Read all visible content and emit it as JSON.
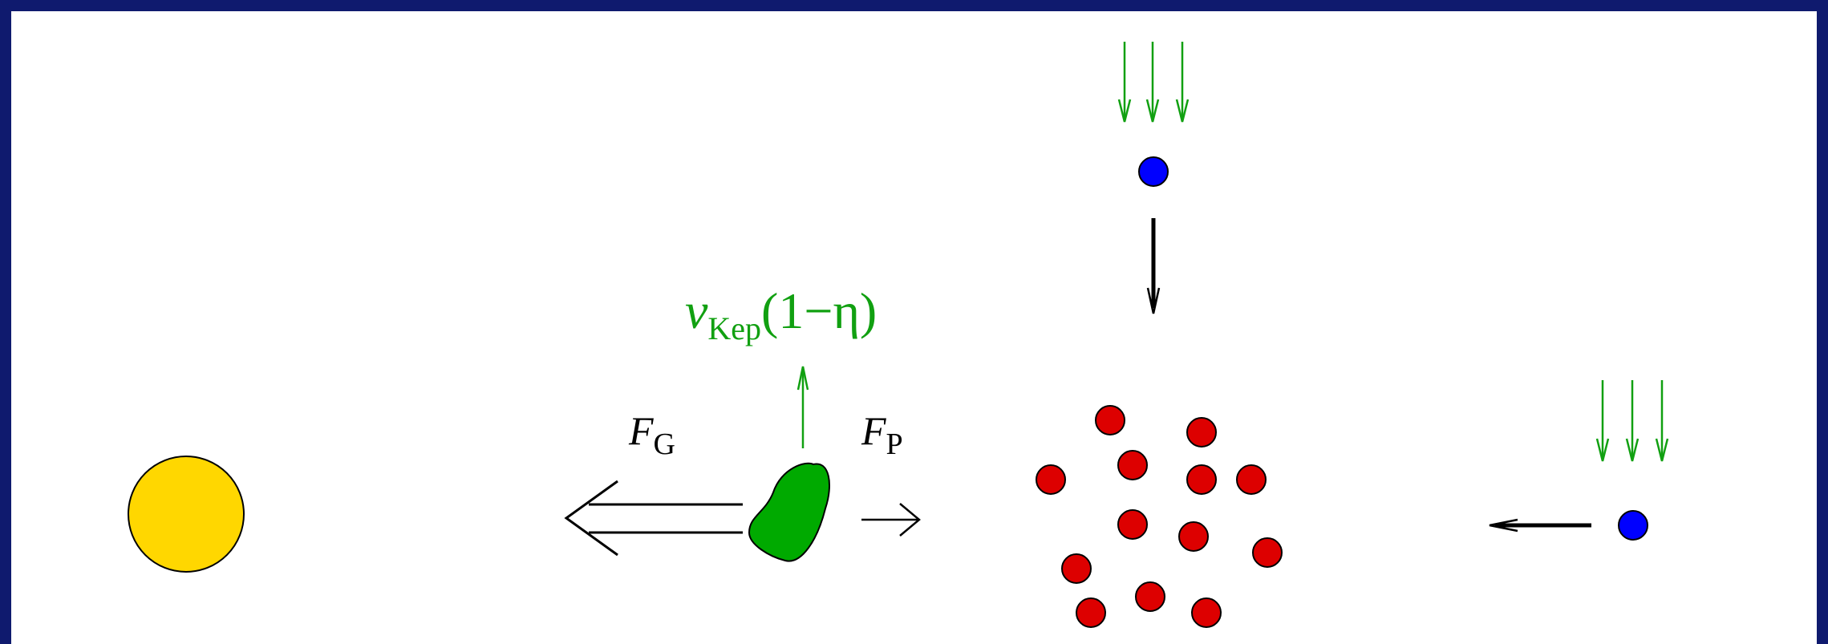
{
  "colors": {
    "frame_border": "#0f1a6e",
    "background": "#ffffff",
    "star": "#ffd700",
    "body": "#00aa00",
    "velocity": "#11a011",
    "grain_red": "#dd0000",
    "grain_blue": "#0000ff",
    "arrow_black": "#000000"
  },
  "labels": {
    "force_gravity": {
      "symbol": "F",
      "subscript": "G"
    },
    "force_pressure": {
      "symbol": "F",
      "subscript": "P"
    },
    "velocity": {
      "symbol": "v",
      "subscript": "Kep",
      "suffix": "(1−η)"
    }
  },
  "icons": {
    "star": "yellow-circle",
    "body": "green-blob",
    "gravity_arrow": "double-arrow-left",
    "pressure_arrow": "arrow-right",
    "velocity_arrow": "arrow-up"
  }
}
